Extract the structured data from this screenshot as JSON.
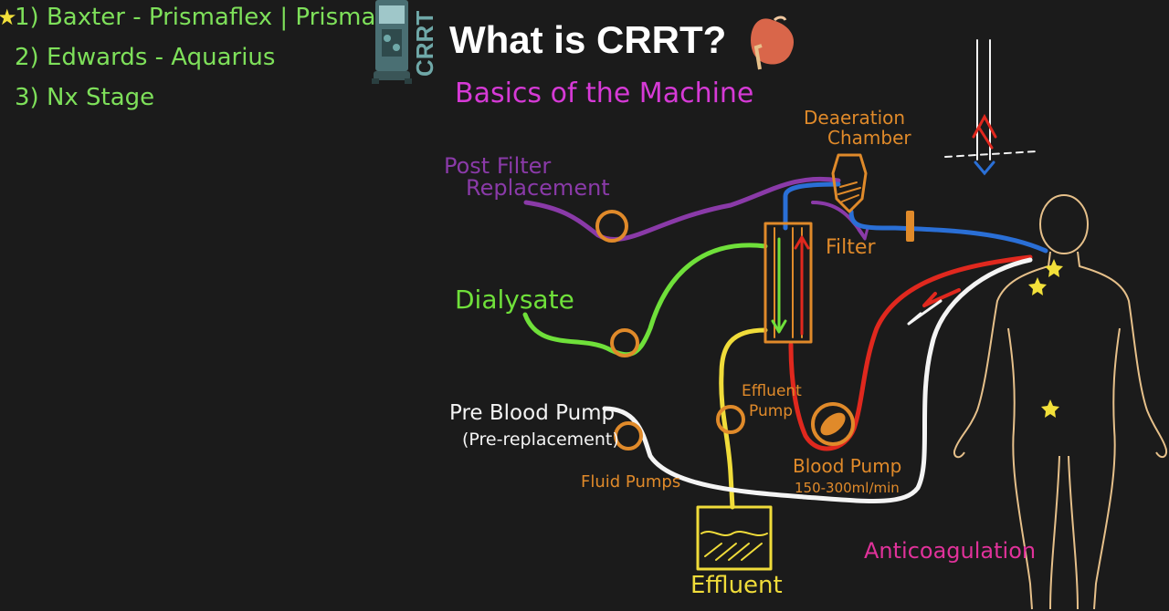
{
  "header": {
    "title": "What is CRRT?",
    "subtitle": "Basics of the Machine",
    "logo_text": "CRRT"
  },
  "machines": {
    "star": "★",
    "items": [
      "1) Baxter - Prismaflex | Prismax",
      "2) Edwards - Aquarius",
      "3) Nx Stage"
    ]
  },
  "labels": {
    "deaeration_line1": "Deaeration",
    "deaeration_line2": "Chamber",
    "post_filter_line1": "Post Filter",
    "post_filter_line2": "Replacement",
    "filter": "Filter",
    "dialysate": "Dialysate",
    "effluent_pump_line1": "Effluent",
    "effluent_pump_line2": "Pump",
    "pre_blood_pump_line1": "Pre Blood Pump",
    "pre_blood_pump_line2": "(Pre-replacement)",
    "fluid_pumps": "Fluid Pumps",
    "blood_pump_line1": "Blood Pump",
    "blood_pump_line2": "150-300ml/min",
    "effluent": "Effluent",
    "anticoagulation": "Anticoagulation"
  },
  "colors": {
    "background": "#1b1b1b",
    "machines_text": "#7ee05a",
    "star": "#f2e03a",
    "title": "#ffffff",
    "subtitle": "#d63ad6",
    "orange": "#e08a2a",
    "purple": "#8a3aa8",
    "green": "#6fe03a",
    "blue": "#2a6fd6",
    "red": "#e0281e",
    "white": "#f4f4f4",
    "yellow": "#f0dc3a",
    "pink": "#e0329a",
    "body_outline": "#e6c08a",
    "kidney": "#d9664a",
    "logo": "#6fa8a8"
  },
  "icons": {
    "kidney": "kidney-icon",
    "machine": "crrt-machine-icon",
    "star": "star-icon"
  }
}
